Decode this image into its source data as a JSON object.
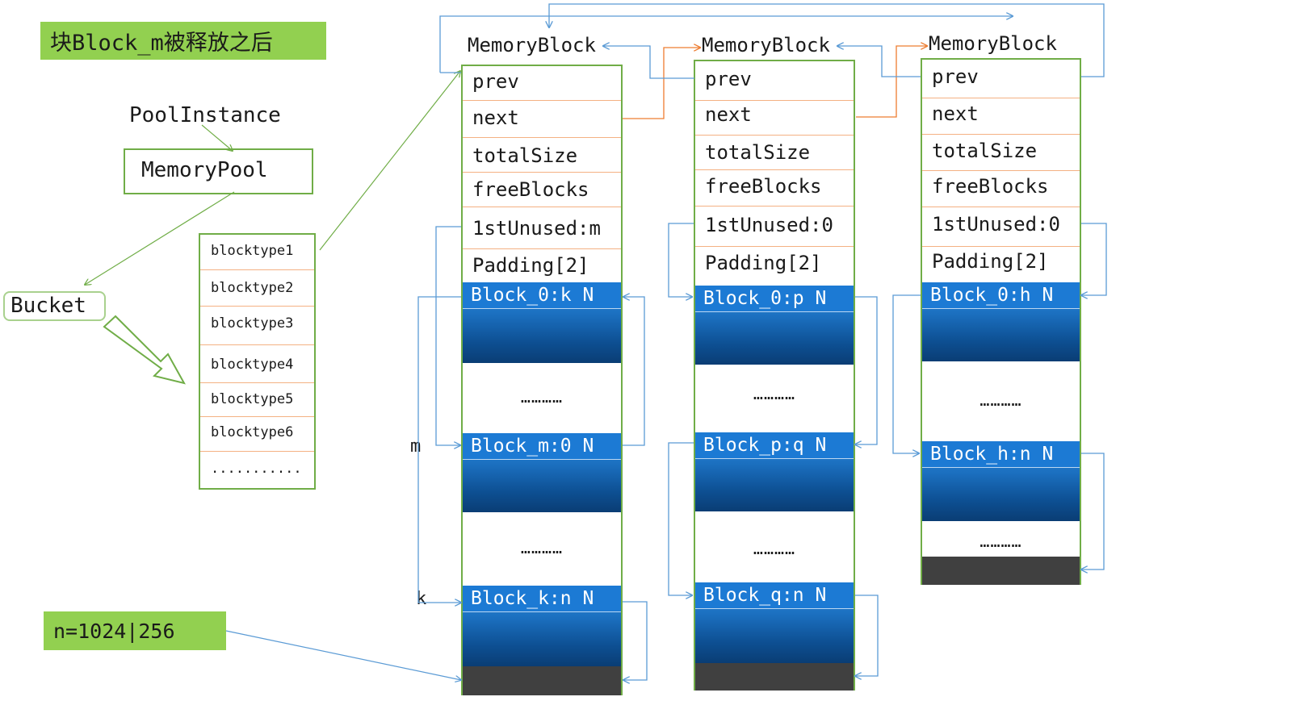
{
  "title": "块Block_m被释放之后",
  "n_label": "n=1024|256",
  "pool_instance": "PoolInstance",
  "memory_pool": "MemoryPool",
  "bucket": "Bucket",
  "blocktypes": [
    "blocktype1",
    "blocktype2",
    "blocktype3",
    "blocktype4",
    "blocktype5",
    "blocktype6",
    "..........."
  ],
  "memory_blocks": [
    {
      "title": "MemoryBlock",
      "fields": [
        "prev",
        "next",
        "totalSize",
        "freeBlocks",
        "1stUnused:m",
        "Padding[2]"
      ],
      "blocks": [
        "Block_0:k N",
        "Block_m:0 N",
        "Block_k:n N"
      ],
      "dots": [
        "…………",
        "…………"
      ]
    },
    {
      "title": "MemoryBlock",
      "fields": [
        "prev",
        "next",
        "totalSize",
        "freeBlocks",
        "1stUnused:0",
        "Padding[2]"
      ],
      "blocks": [
        "Block_0:p N",
        "Block_p:q N",
        "Block_q:n N"
      ],
      "dots": [
        "…………",
        "…………"
      ]
    },
    {
      "title": "MemoryBlock",
      "fields": [
        "prev",
        "next",
        "totalSize",
        "freeBlocks",
        "1stUnused:0",
        "Padding[2]"
      ],
      "blocks": [
        "Block_0:h N",
        "Block_h:n N"
      ],
      "dots": [
        "…………",
        "…………"
      ]
    }
  ],
  "side_labels": {
    "m": "m",
    "k": "k"
  },
  "colors": {
    "green": "#92d050",
    "border": "#70ad47",
    "separator": "#f4b183",
    "block_blue": "#1c7ad4",
    "link_blue": "#5b9bd5",
    "link_orange": "#ed7d31",
    "tail": "#404040"
  }
}
